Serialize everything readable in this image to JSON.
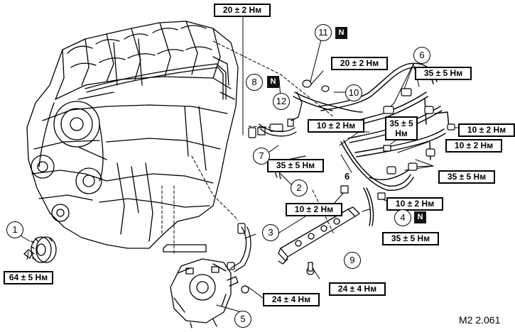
{
  "torques": {
    "t1": "20 ± 2 Нм",
    "t2": "20 ± 2 Нм",
    "t3": "35 ± 5 Нм",
    "t4": "10 ± 2 Нм",
    "t5a": "35 ± 5",
    "t5b": "Нм",
    "t6": "10 ± 2 Нм",
    "t7": "10 ± 2 Нм",
    "t8": "35 ± 5 Нм",
    "t9": "35 ± 5 Нм",
    "t10": "10 ± 2 Нм",
    "t11": "10 ± 2 Нм",
    "t12": "35 ± 5 Нм",
    "t13": "24 ± 4 Нм",
    "t14": "24 ± 4 Нм",
    "t15": "64 ± 5 Нм"
  },
  "callouts": {
    "c1": "1",
    "c2": "2",
    "c3": "3",
    "c4": "4",
    "c5": "5",
    "c7": "7",
    "c8": "8",
    "c9": "9",
    "c10": "10",
    "c11": "11",
    "c12": "12",
    "c6a": "6",
    "c6b": "6"
  },
  "new_part_mark": "N",
  "figure_code": "M2 2.061"
}
